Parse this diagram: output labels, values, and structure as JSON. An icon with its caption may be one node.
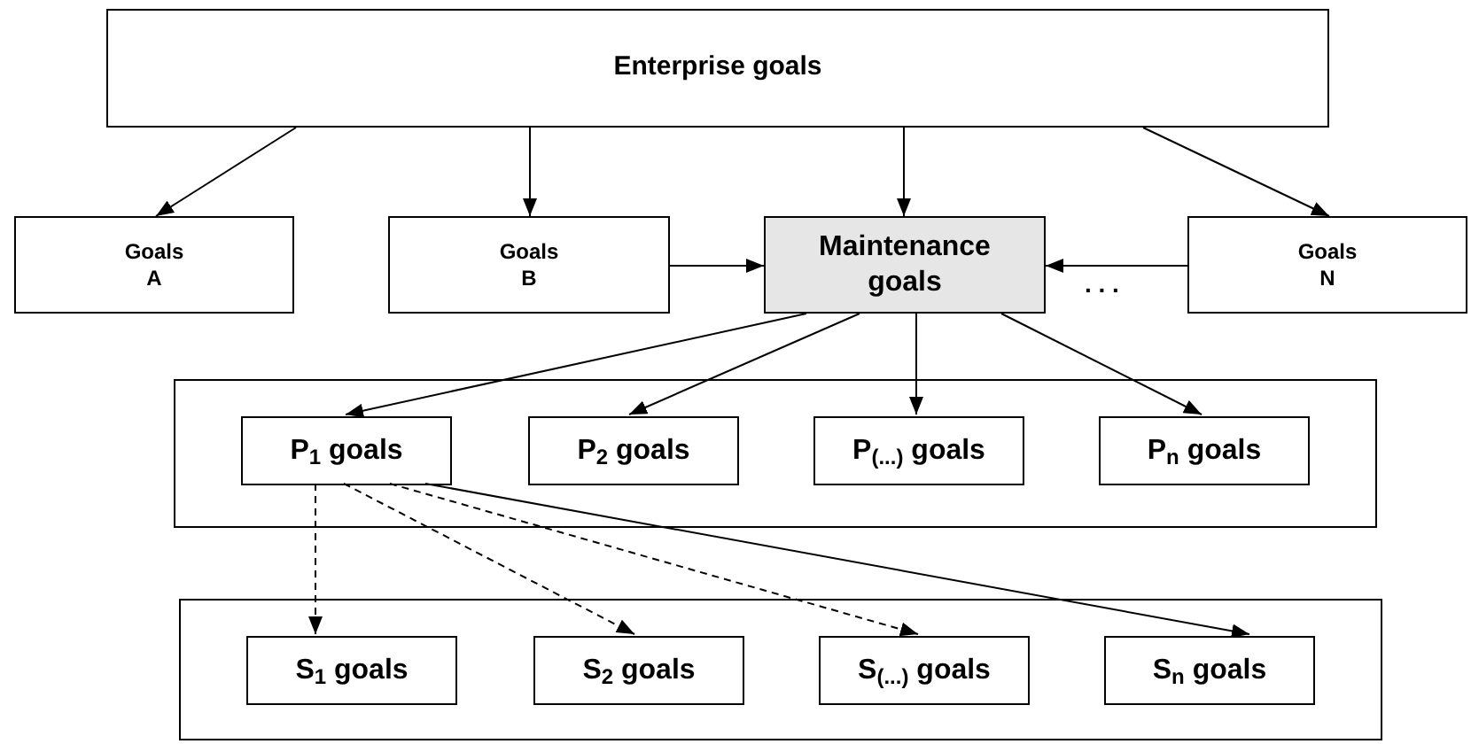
{
  "diagram": {
    "nodes": [
      {
        "text": [
          "Enterprise goals"
        ]
      },
      {
        "text": [
          "Goals A"
        ]
      },
      {
        "text": [
          "Goals B"
        ]
      },
      {
        "text": [
          "Maintenance goals"
        ]
      },
      {
        "text": [
          "Goals N"
        ]
      },
      {
        "text": [],
        "shape": "box"
      },
      {
        "text": [
          "P$_{1}$ goals"
        ],
        "in": 5
      },
      {
        "text": [
          "P$_{2}$ goals"
        ],
        "in": 5
      },
      {
        "text": [
          "P$_{(...)}$ goals"
        ],
        "in": 5
      },
      {
        "text": [
          "P$_{n}$ goals"
        ],
        "in": 5
      },
      {
        "text": [],
        "shape": "box"
      },
      {
        "text": [
          "S$_{1}$ goals"
        ],
        "in": 10
      },
      {
        "text": [
          "S$_{2}$ goals"
        ],
        "in": 10
      },
      {
        "text": [
          "S$_{(...)}$ goals"
        ],
        "in": 10
      },
      {
        "text": [
          "S$_{n}$ goals"
        ],
        "in": 10
      }
    ],
    "edges": [
      {
        "from": 0,
        "to": 1,
        "arrow": "to"
      },
      {
        "from": 0,
        "to": 2,
        "arrow": "to"
      },
      {
        "from": 0,
        "to": 3,
        "arrow": "to"
      },
      {
        "from": 0,
        "to": 4,
        "arrow": "to"
      },
      {
        "from": 2,
        "to": 3,
        "arrow": "to"
      },
      {
        "from": 4,
        "to": 3,
        "arrow": "to"
      },
      {
        "from": 3,
        "to": 6,
        "arrow": "to"
      },
      {
        "from": 3,
        "to": 7,
        "arrow": "to"
      },
      {
        "from": 3,
        "to": 8,
        "arrow": "to"
      },
      {
        "from": 3,
        "to": 9,
        "arrow": "to"
      },
      {
        "from": 6,
        "to": 11,
        "arrow": "to",
        "style": "dashed"
      },
      {
        "from": 6,
        "to": 12,
        "arrow": "to",
        "style": "dashed"
      },
      {
        "from": 6,
        "to": 13,
        "arrow": "to",
        "style": "dashed"
      },
      {
        "from": 6,
        "to": 14,
        "arrow": "to"
      }
    ],
    "labels": [
      ". . ."
    ]
  }
}
